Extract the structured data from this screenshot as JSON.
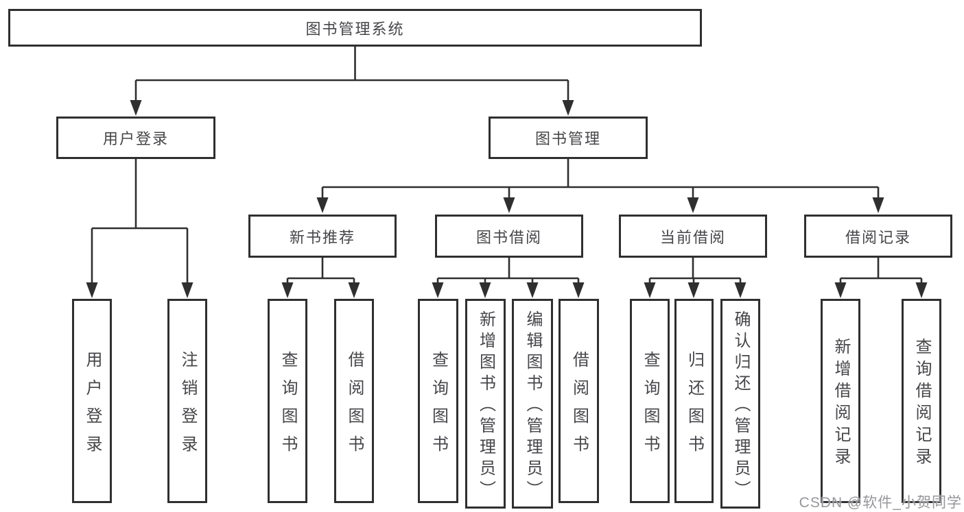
{
  "diagram": {
    "root": {
      "label": "图书管理系统"
    },
    "children": [
      {
        "label": "用户登录",
        "children": [
          {
            "label": "用户登录"
          },
          {
            "label": "注销登录"
          }
        ]
      },
      {
        "label": "图书管理",
        "children": [
          {
            "label": "新书推荐",
            "children": [
              {
                "label": "查询图书"
              },
              {
                "label": "借阅图书"
              }
            ]
          },
          {
            "label": "图书借阅",
            "children": [
              {
                "label": "查询图书"
              },
              {
                "label": "新增图书（管理员）"
              },
              {
                "label": "编辑图书（管理员）"
              },
              {
                "label": "借阅图书"
              }
            ]
          },
          {
            "label": "当前借阅",
            "children": [
              {
                "label": "查询图书"
              },
              {
                "label": "归还图书"
              },
              {
                "label": "确认归还（管理员）"
              }
            ]
          },
          {
            "label": "借阅记录",
            "children": [
              {
                "label": "新增借阅记录"
              },
              {
                "label": "查询借阅记录"
              }
            ]
          }
        ]
      }
    ]
  },
  "watermark": {
    "label": "CSDN @软件_小贺同学"
  },
  "colors": {
    "line": "#2f2f2f",
    "box_border": "#2f2f2f",
    "text": "#46464a",
    "watermark": "#96969b",
    "background": "#ffffff"
  }
}
